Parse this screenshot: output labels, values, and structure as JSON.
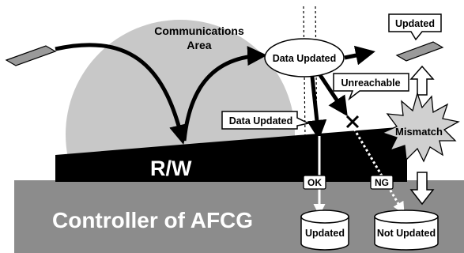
{
  "communications_area_label_line1": "Communications",
  "communications_area_label_line2": "Area",
  "rw_label": "R/W",
  "controller_label": "Controller of AFCG",
  "data_updated_top": "Data Updated",
  "data_updated_callout": "Data Updated",
  "unreachable_label": "Unreachable",
  "updated_top_label": "Updated",
  "mismatch_label": "Mismatch",
  "ok_label": "OK",
  "ng_label": "NG",
  "updated_db_label": "Updated",
  "not_updated_db_label": "Not Updated",
  "colors": {
    "circle": "#c8c8c8",
    "controller": "#8c8c8c",
    "rw_bar": "#000000",
    "card": "#9a9a9a",
    "burst": "#d0d0d0"
  }
}
